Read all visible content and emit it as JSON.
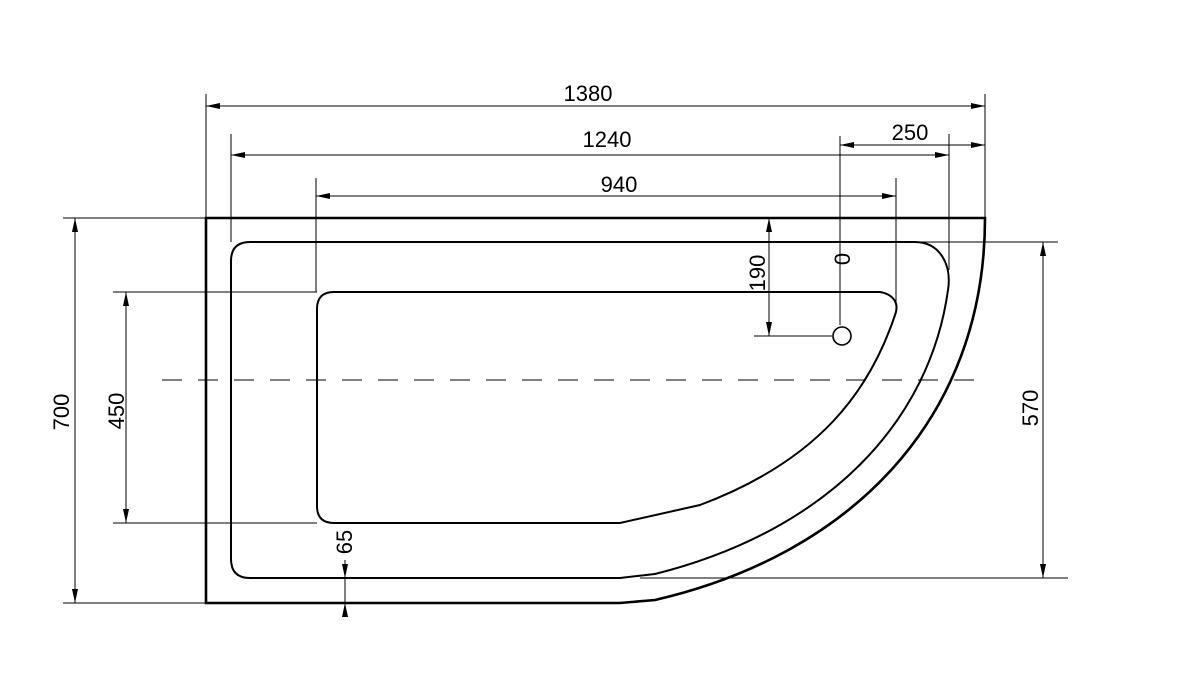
{
  "drawing": {
    "dimensions": {
      "overall_length": "1380",
      "rim_length": "1240",
      "basin_length": "940",
      "drain_offset_x": "250",
      "drain_offset_y": "190",
      "drain_marker": "0",
      "overall_width": "700",
      "basin_width": "450",
      "rim_width": "570",
      "rim_offset": "65"
    },
    "colors": {
      "line": "#000000",
      "background": "#ffffff"
    }
  }
}
